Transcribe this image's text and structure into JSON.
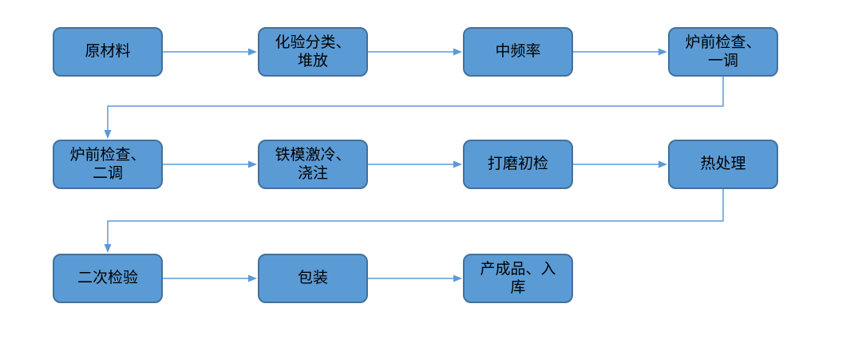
{
  "diagram": {
    "type": "flowchart",
    "description_nodes": "production process flow",
    "nodes": [
      {
        "id": "raw-material",
        "label": "原材料"
      },
      {
        "id": "lab-classification-stacking",
        "label": "化验分类、\n堆放"
      },
      {
        "id": "medium-frequency",
        "label": "中频率"
      },
      {
        "id": "furnace-inspection-first-adjust",
        "label": "炉前检查、\n一调"
      },
      {
        "id": "furnace-inspection-second-adjust",
        "label": "炉前检查、\n二调"
      },
      {
        "id": "iron-mold-chilling-pouring",
        "label": "铁模激冷、\n浇注"
      },
      {
        "id": "grinding-initial-inspection",
        "label": "打磨初检"
      },
      {
        "id": "heat-treatment",
        "label": "热处理"
      },
      {
        "id": "secondary-inspection",
        "label": "二次检验"
      },
      {
        "id": "packaging",
        "label": "包装"
      },
      {
        "id": "finished-product-storage",
        "label": "产成品、入\n库"
      }
    ],
    "edges": [
      {
        "from": "raw-material",
        "to": "lab-classification-stacking"
      },
      {
        "from": "lab-classification-stacking",
        "to": "medium-frequency"
      },
      {
        "from": "medium-frequency",
        "to": "furnace-inspection-first-adjust"
      },
      {
        "from": "furnace-inspection-first-adjust",
        "to": "furnace-inspection-second-adjust"
      },
      {
        "from": "furnace-inspection-second-adjust",
        "to": "iron-mold-chilling-pouring"
      },
      {
        "from": "iron-mold-chilling-pouring",
        "to": "grinding-initial-inspection"
      },
      {
        "from": "grinding-initial-inspection",
        "to": "heat-treatment"
      },
      {
        "from": "heat-treatment",
        "to": "secondary-inspection"
      },
      {
        "from": "secondary-inspection",
        "to": "packaging"
      },
      {
        "from": "packaging",
        "to": "finished-product-storage"
      }
    ]
  },
  "colors": {
    "node-fill": "#5b9bd5",
    "node-border": "#41719c",
    "connector": "#5b9bd5",
    "background": "#ffffff",
    "text": "#000000"
  }
}
